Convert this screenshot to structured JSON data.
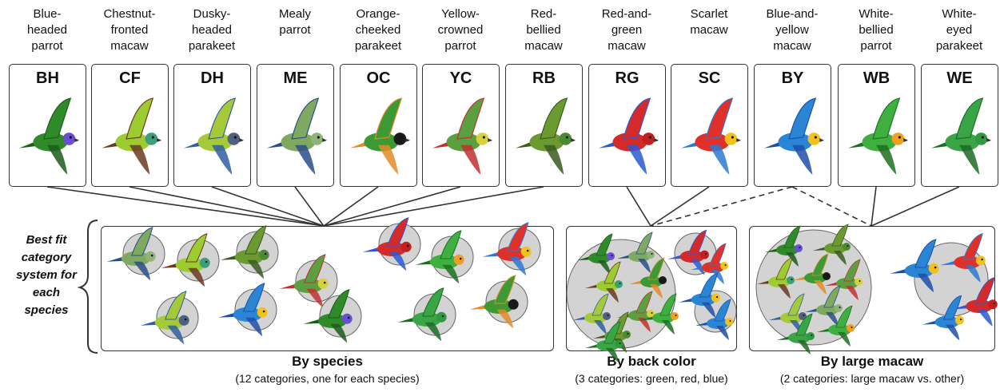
{
  "species": [
    {
      "abbr": "BH",
      "name": "Blue-\nheaded\nparrot",
      "body": "#2f8a2a",
      "head": "#6b4fd0",
      "accent": "#1d5b1b"
    },
    {
      "abbr": "CF",
      "name": "Chestnut-\nfronted\nmacaw",
      "body": "#9ccc30",
      "head": "#3aa07a",
      "accent": "#6a3a20"
    },
    {
      "abbr": "DH",
      "name": "Dusky-\nheaded\nparakeet",
      "body": "#a6c93a",
      "head": "#506080",
      "accent": "#2f5fa0"
    },
    {
      "abbr": "ME",
      "name": "Mealy\nparrot",
      "body": "#7fa860",
      "head": "#8fb47a",
      "accent": "#2a4d8a"
    },
    {
      "abbr": "OC",
      "name": "Orange-\ncheeked\nparakeet",
      "body": "#3c9a35",
      "head": "#1a1a1a",
      "accent": "#e38b2a"
    },
    {
      "abbr": "YC",
      "name": "Yellow-\ncrowned\nparrot",
      "body": "#5aa040",
      "head": "#d9d13a",
      "accent": "#c23030"
    },
    {
      "abbr": "RB",
      "name": "Red-\nbellied\nmacaw",
      "body": "#6a9a30",
      "head": "#4a8a30",
      "accent": "#3a5a20"
    },
    {
      "abbr": "RG",
      "name": "Red-and-\ngreen\nmacaw",
      "body": "#d42a2a",
      "head": "#c22020",
      "accent": "#2a5bd4"
    },
    {
      "abbr": "SC",
      "name": "Scarlet\nmacaw",
      "body": "#e0302a",
      "head": "#f2c21a",
      "accent": "#2a7ad4"
    },
    {
      "abbr": "BY",
      "name": "Blue-and-\nyellow\nmacaw",
      "body": "#2a86d4",
      "head": "#f2c21a",
      "accent": "#1d4fa8"
    },
    {
      "abbr": "WB",
      "name": "White-\nbellied\nparrot",
      "body": "#3fb040",
      "head": "#f0a020",
      "accent": "#1d7020"
    },
    {
      "abbr": "WE",
      "name": "White-\neyed\nparakeet",
      "body": "#3aa545",
      "head": "#2f9a40",
      "accent": "#1d6a25"
    }
  ],
  "side_label": "Best fit\ncategory\nsystem for\neach\nspecies",
  "groups": [
    {
      "title": "By species",
      "subtitle": "(12 categories, one for each species)"
    },
    {
      "title": "By back color",
      "subtitle": "(3 categories: green, red, blue)"
    },
    {
      "title": "By large macaw",
      "subtitle": "(2 categories: large macaw vs. other)"
    }
  ],
  "colors": {
    "line": "#333333",
    "circle_fill": "#d3d3d3",
    "box_border": "#333333"
  }
}
